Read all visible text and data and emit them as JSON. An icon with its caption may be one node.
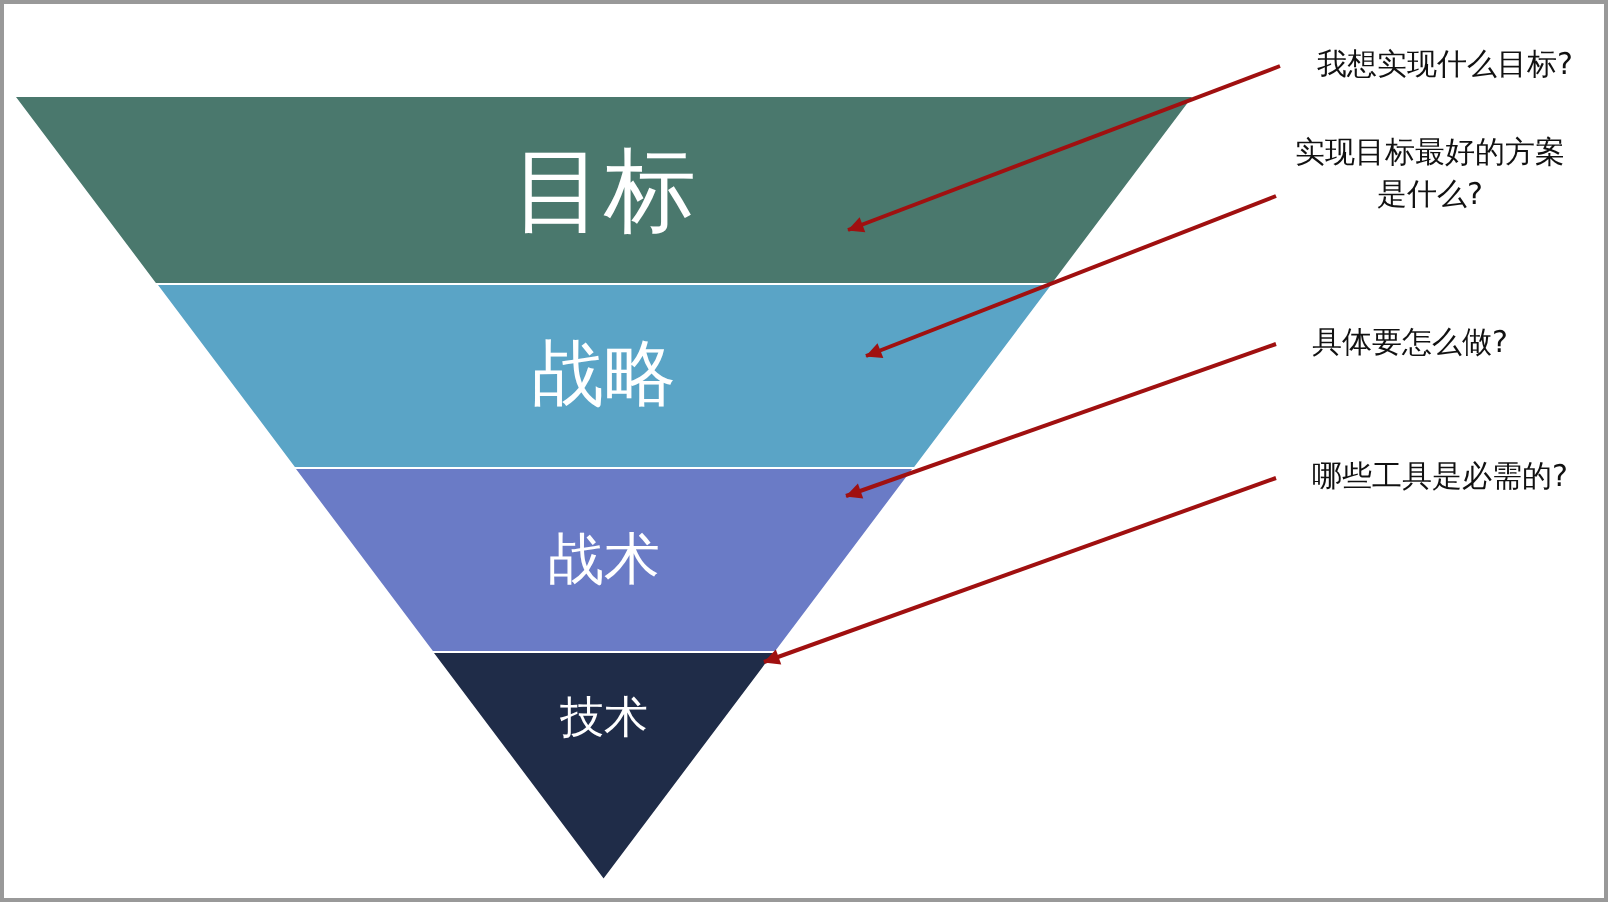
{
  "diagram": {
    "nodes": [
      {
        "text": [
          "目标"
        ]
      },
      {
        "text": [
          "战略"
        ]
      },
      {
        "text": [
          "战术"
        ]
      },
      {
        "text": [
          "技术"
        ]
      },
      {
        "text": [
          "我想实现什么目标?"
        ]
      },
      {
        "text": [
          "实现目标最好的方案是什么?"
        ]
      },
      {
        "text": [
          "具体要怎么做?"
        ]
      },
      {
        "text": [
          "哪些工具是必需的?"
        ]
      }
    ],
    "edges": [
      {
        "from": 4,
        "to": 0,
        "arrow": "to"
      },
      {
        "from": 5,
        "to": 1,
        "arrow": "to"
      },
      {
        "from": 6,
        "to": 2,
        "arrow": "to"
      },
      {
        "from": 7,
        "to": 3,
        "arrow": "to"
      }
    ]
  }
}
